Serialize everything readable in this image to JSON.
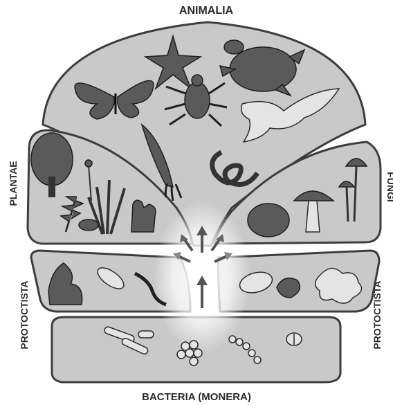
{
  "labels": {
    "animalia": "ANIMALIA",
    "plantae": "PLANTAE",
    "fungi": "FUNGI",
    "protoctista_left": "PROTOCTISTA",
    "protoctista_right": "PROTOCTISTA",
    "bacteria": "BACTERIA (MONERA)"
  },
  "colors": {
    "region_fill": "#c9c9c9",
    "outline": "#3d3d3d",
    "glow": "#ffffff"
  },
  "icons": {
    "animalia": [
      "butterfly-icon",
      "starfish-icon",
      "turtle-icon",
      "beetle-icon",
      "dove-icon",
      "squid-icon",
      "snake-icon"
    ],
    "plantae": [
      "tree-icon",
      "fern-icon",
      "grass-icon",
      "flower-icon",
      "cactus-icon"
    ],
    "fungi": [
      "mushroom-icon",
      "slender-mushroom-icon",
      "lichen-icon"
    ],
    "protoctista": [
      "seaweed-icon",
      "euglena-icon",
      "trypanosome-icon",
      "paramecium-icon",
      "shell-icon",
      "amoeba-icon"
    ],
    "bacteria": [
      "rod-bacteria-icon",
      "coccus-cluster-icon",
      "chain-bacteria-icon",
      "diplococcus-icon"
    ]
  }
}
